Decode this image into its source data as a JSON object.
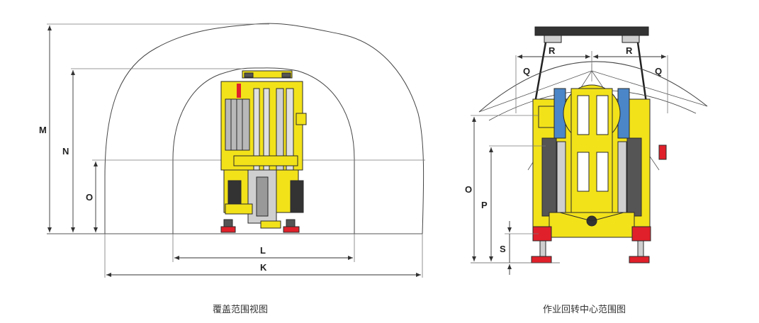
{
  "left_view": {
    "caption": "覆盖范围视图",
    "labels": {
      "M": "M",
      "N": "N",
      "O": "O",
      "L": "L",
      "K": "K"
    }
  },
  "right_view": {
    "caption": "作业回转中心范围图",
    "labels": {
      "R_left": "R",
      "R_right": "R",
      "Q_left": "Q",
      "Q_right": "Q",
      "O": "O",
      "P": "P",
      "S": "S"
    }
  },
  "colors": {
    "machine_yellow": "#f2e21a",
    "outline": "#2a2a2a",
    "boom_grey": "#cfcfcf",
    "cylinder_blue": "#4a86c8",
    "jack_red": "#e0202a",
    "line_grey": "#555555"
  }
}
